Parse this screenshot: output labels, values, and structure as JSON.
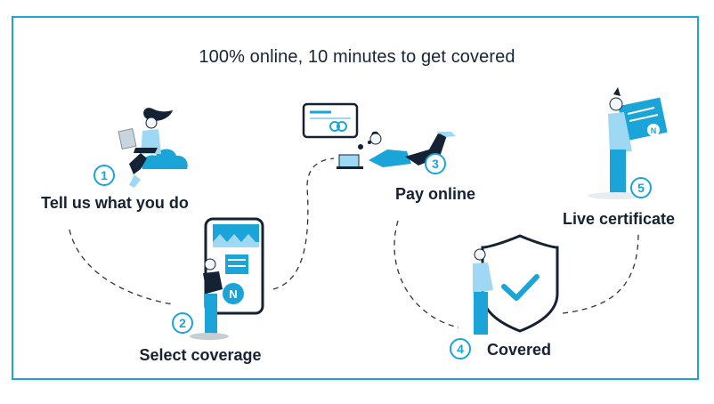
{
  "title": "100% online, 10 minutes to get covered",
  "colors": {
    "accent": "#1aa4d8",
    "dark": "#152234",
    "light_blue": "#9fd8f2",
    "pale_blue": "#dcf2fb"
  },
  "steps": [
    {
      "number": "1",
      "label": "Tell us what you do",
      "icon": "person-with-laptop-icon"
    },
    {
      "number": "2",
      "label": "Select coverage",
      "icon": "mobile-shop-icon"
    },
    {
      "number": "3",
      "label": "Pay online",
      "icon": "credit-card-icon"
    },
    {
      "number": "4",
      "label": "Covered",
      "icon": "shield-check-icon"
    },
    {
      "number": "5",
      "label": "Live certificate",
      "icon": "certificate-icon"
    }
  ],
  "phone_logo": "N",
  "certificate_logo": "N"
}
